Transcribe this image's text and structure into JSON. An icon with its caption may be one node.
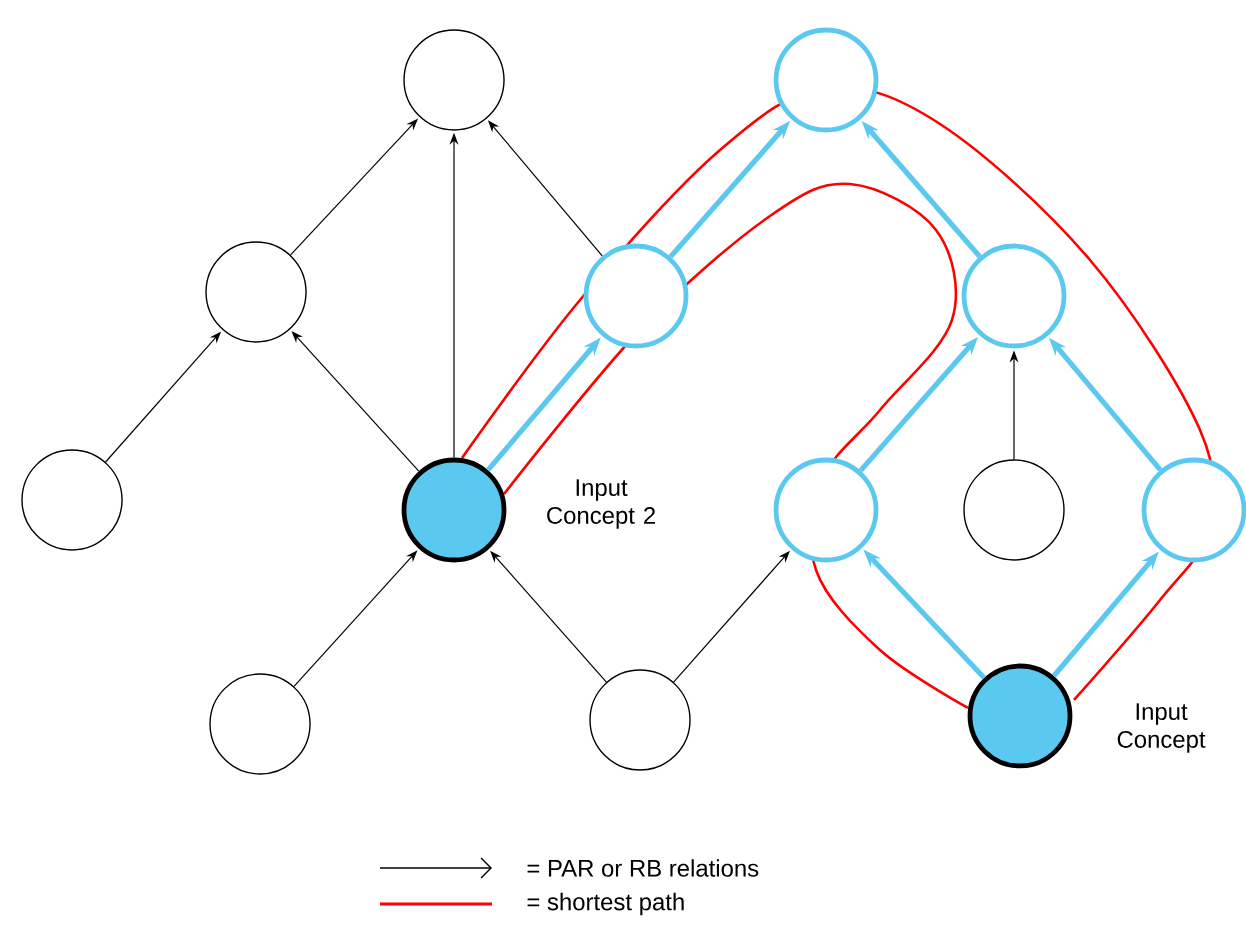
{
  "diagram": {
    "nodes": [
      {
        "text": [],
        "shape": "circle"
      },
      {
        "text": [],
        "shape": "circle"
      },
      {
        "text": [],
        "shape": "circle"
      },
      {
        "text": [],
        "shape": "circle"
      },
      {
        "text": [],
        "shape": "circle"
      },
      {
        "text": [],
        "shape": "circle"
      },
      {
        "text": [],
        "shape": "circle",
        "beside": [
          "Input Concept 2"
        ]
      },
      {
        "text": [],
        "shape": "circle"
      },
      {
        "text": [],
        "shape": "circle"
      },
      {
        "text": [],
        "shape": "circle"
      },
      {
        "text": [],
        "shape": "circle"
      },
      {
        "text": [],
        "shape": "circle"
      },
      {
        "text": [],
        "shape": "circle",
        "beside": [
          "Input Concept"
        ]
      }
    ],
    "edges": [
      {
        "from": 2,
        "to": 0,
        "arrow": "to"
      },
      {
        "from": 6,
        "to": 0,
        "arrow": "to"
      },
      {
        "from": 3,
        "to": 0,
        "arrow": "to"
      },
      {
        "from": 5,
        "to": 2,
        "arrow": "to"
      },
      {
        "from": 6,
        "to": 2,
        "arrow": "to"
      },
      {
        "from": 10,
        "to": 6,
        "arrow": "to"
      },
      {
        "from": 11,
        "to": 6,
        "arrow": "to"
      },
      {
        "from": 11,
        "to": 7,
        "arrow": "to"
      },
      {
        "from": 8,
        "to": 4,
        "arrow": "to"
      },
      {
        "from": 6,
        "to": 3,
        "arrow": "to",
        "style": "thick",
        "color": "#5bc8f0"
      },
      {
        "from": 3,
        "to": 1,
        "arrow": "to",
        "style": "thick",
        "color": "#5bc8f0"
      },
      {
        "from": 4,
        "to": 1,
        "arrow": "to",
        "style": "thick",
        "color": "#5bc8f0"
      },
      {
        "from": 7,
        "to": 4,
        "arrow": "to",
        "style": "thick",
        "color": "#5bc8f0"
      },
      {
        "from": 9,
        "to": 4,
        "arrow": "to",
        "style": "thick",
        "color": "#5bc8f0"
      },
      {
        "from": 12,
        "to": 7,
        "arrow": "to",
        "style": "thick",
        "color": "#5bc8f0"
      },
      {
        "from": 12,
        "to": 9,
        "arrow": "to",
        "style": "thick",
        "color": "#5bc8f0"
      }
    ],
    "legend": [
      {
        "text": "= PAR or RB relations"
      },
      {
        "text": "= shortest path"
      }
    ]
  }
}
